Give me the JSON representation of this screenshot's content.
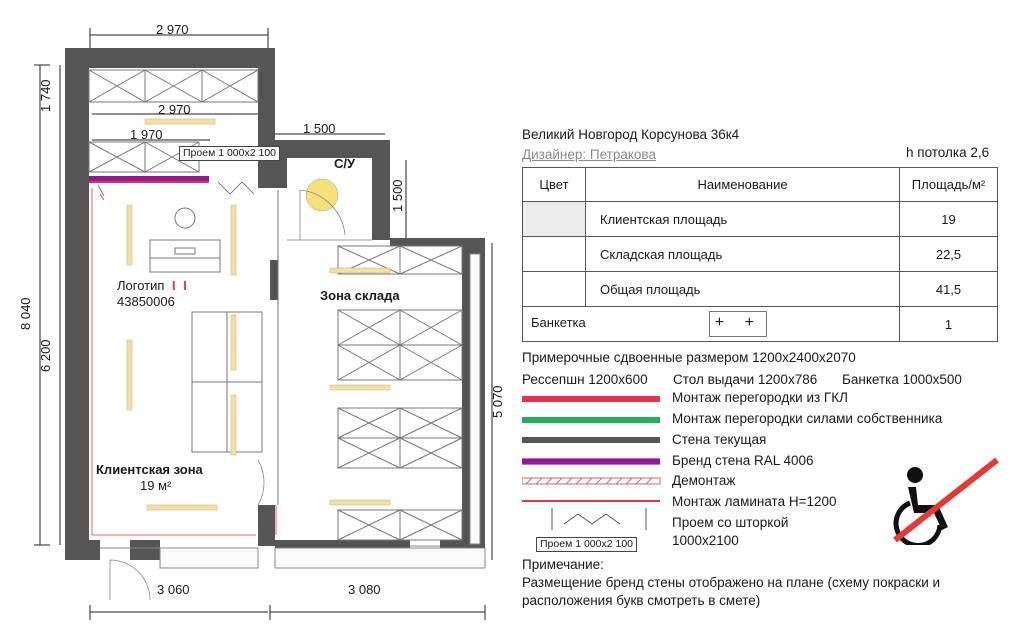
{
  "address": "Великий Новгород Корсунова 36к4",
  "designer": "Дизайнер: Петракова",
  "ceiling": "h потолка 2,6",
  "table": {
    "headers": [
      "Цвет",
      "Наименование",
      "Площадь/м²"
    ],
    "rows": [
      {
        "name": "Клиентская площадь",
        "area": "19"
      },
      {
        "name": "Складская площадь",
        "area": "22,5"
      },
      {
        "name": "Общая площадь",
        "area": "41,5"
      }
    ],
    "banketka": {
      "name": "Банкетка",
      "symbol": "+ +",
      "value": "1"
    }
  },
  "notes_lines": {
    "fitting": "Примерочные сдвоенные размером 1200х2400х2070",
    "reception": "Рессепшн 1200х600",
    "desk": "Стол выдачи 1200х786",
    "bench": "Банкетка 1000х500"
  },
  "legend": [
    {
      "label": "Монтаж перегородки из ГКЛ",
      "color": "#e8314a"
    },
    {
      "label": "Монтаж перегородки силами собственника",
      "color": "#1fae5a"
    },
    {
      "label": "Стена текущая",
      "color": "#555555"
    },
    {
      "label": "Бренд стена RAL 4006",
      "color": "#8e1b95"
    },
    {
      "label": "Демонтаж",
      "color": "#cc6a6a"
    },
    {
      "label": "Монтаж ламината Н=1200",
      "color": "#e53935"
    },
    {
      "label": "Проем со шторкой",
      "label2": "1000х2100"
    }
  ],
  "legend_doorbox": "Проем  1 000х2 100",
  "remark_title": "Примечание:",
  "remark_text1": "Размещение бренд стены отображено на плане (схему покраски и",
  "remark_text2": "расположения букв смотреть в смете)",
  "plan": {
    "dims": {
      "top_width": "2 970",
      "inner_width1": "2 970",
      "inner_width2": "1 970",
      "su_width": "1 500",
      "left_top": "1 740",
      "left_total": "8 040",
      "left_lower": "6 200",
      "su_height": "1 500",
      "right_height": "5 070",
      "bottom_left": "3 060",
      "bottom_right": "3 080"
    },
    "doorbox": "Проем  1 000х2 100",
    "su": "С/У",
    "logo": "Логотип",
    "logo_code": "43850006",
    "storage_zone": "Зона склада",
    "client_zone": "Клиентская зона",
    "client_area": "19 м²"
  },
  "accent_colors": {
    "wall": "#555555",
    "brand": "#8e1b95",
    "gkl": "#e8314a",
    "shelf": "#f3e0a6"
  }
}
